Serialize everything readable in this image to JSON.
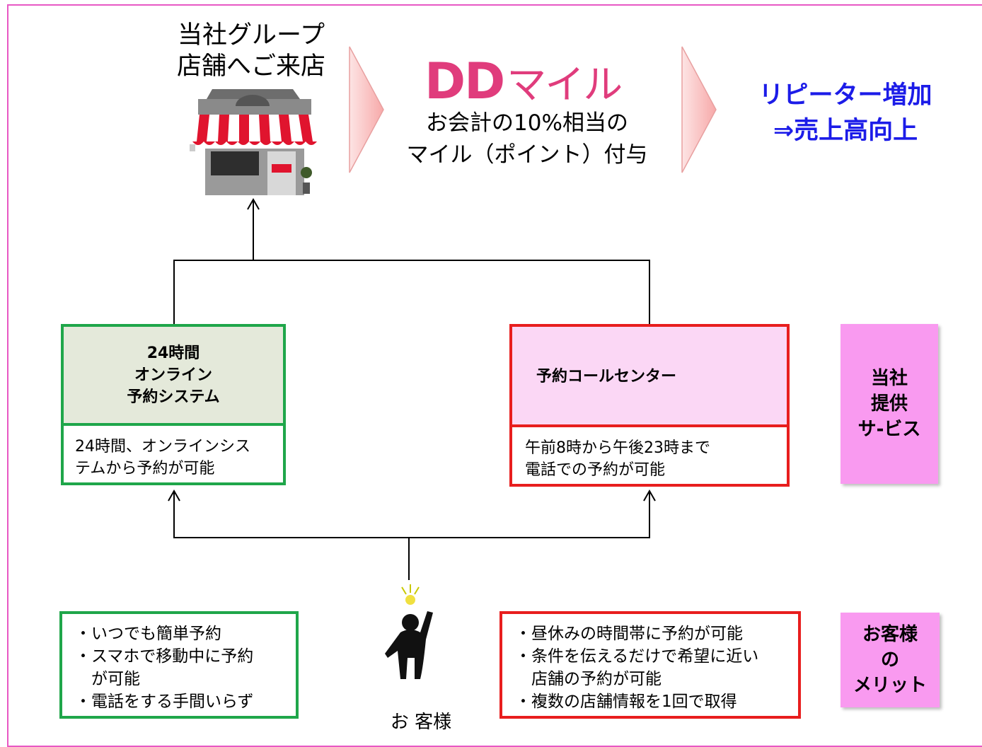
{
  "top": {
    "store_title": "当社グループ\n店舗へご来店",
    "mile_logo_latin": "DD",
    "mile_logo_kana": "マイル",
    "mile_desc": "お会計の10%相当の\nマイル（ポイント）付与",
    "result": "リピーター増加\n⇒売上高向上"
  },
  "services": {
    "online": {
      "title": "24時間\nオンライン\n予約システム",
      "desc": "24時間、オンラインシス\nテムから予約が可能"
    },
    "call_center": {
      "title": "予約コールセンター",
      "desc": "午前8時から午後23時まで\n電話での予約が可能"
    }
  },
  "tags": {
    "service": "当社\n提供\nサ-ビス",
    "merit": "お客様\nの\nメリット"
  },
  "merits": {
    "online": "・いつでも簡単予約\n・スマホで移動中に予約\n　が可能\n・電話をする手間いらず",
    "call_center": "・昼休みの時間帯に予約が可能\n・条件を伝えるだけで希望に近い\n　店舗の予約が可能\n・複数の店舗情報を1回で取得"
  },
  "customer_label": "お 客様",
  "colors": {
    "frame": "#e858c4",
    "green_border": "#1fa64a",
    "red_border": "#e81e1e",
    "pink_tag": "#f99af0",
    "result_text": "#1c1ce8",
    "logo": "#e03c7c"
  }
}
